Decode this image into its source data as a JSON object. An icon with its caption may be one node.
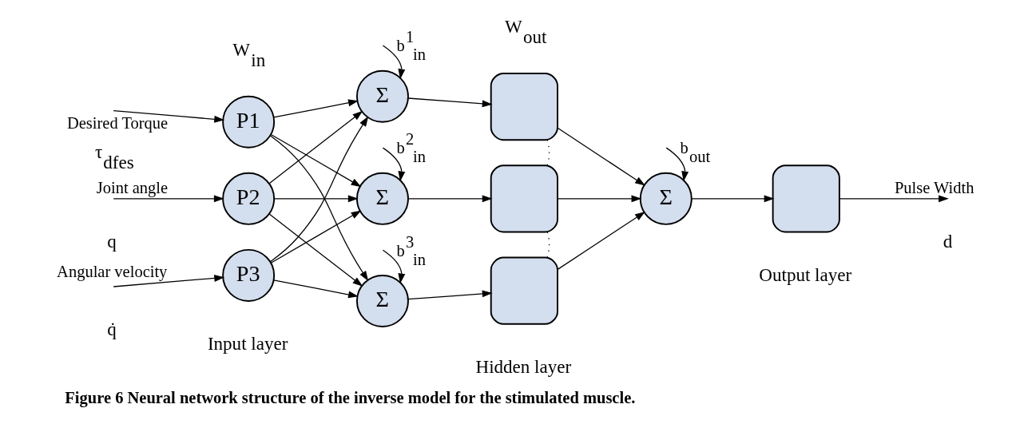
{
  "diagram": {
    "caption": "Figure 6 Neural network structure of the inverse model for the stimulated muscle.",
    "nodes": [
      {
        "text": [
          "P1"
        ]
      },
      {
        "text": [
          "P2"
        ]
      },
      {
        "text": [
          "P3"
        ]
      },
      {
        "text": [
          "Σ"
        ]
      },
      {
        "text": [
          "Σ"
        ]
      },
      {
        "text": [
          "Σ"
        ]
      },
      {
        "text": [],
        "shape": "box"
      },
      {
        "text": [],
        "shape": "box"
      },
      {
        "text": [],
        "shape": "box"
      },
      {
        "text": [
          "Σ"
        ]
      },
      {
        "text": [],
        "shape": "box"
      }
    ],
    "edges": [
      {
        "from": null,
        "to": 0,
        "arrow": "to",
        "label": "Desired Torque"
      },
      {
        "from": null,
        "to": 1,
        "arrow": "to",
        "label": "Joint angle"
      },
      {
        "from": null,
        "to": 2,
        "arrow": "to",
        "label": "Angular velocity"
      },
      {
        "from": 0,
        "to": 3,
        "arrow": "to"
      },
      {
        "from": 0,
        "to": 4,
        "arrow": "to"
      },
      {
        "from": 0,
        "to": 5,
        "arrow": "to"
      },
      {
        "from": 1,
        "to": 3,
        "arrow": "to"
      },
      {
        "from": 1,
        "to": 4,
        "arrow": "to"
      },
      {
        "from": 1,
        "to": 5,
        "arrow": "to"
      },
      {
        "from": 2,
        "to": 3,
        "arrow": "to"
      },
      {
        "from": 2,
        "to": 4,
        "arrow": "to"
      },
      {
        "from": 2,
        "to": 5,
        "arrow": "to"
      },
      {
        "from": null,
        "to": 3,
        "arrow": "to",
        "label": "b$^{1}$$_{in}$"
      },
      {
        "from": null,
        "to": 4,
        "arrow": "to",
        "label": "b$^{2}$$_{in}$"
      },
      {
        "from": null,
        "to": 5,
        "arrow": "to",
        "label": "b$^{3}$$_{in}$"
      },
      {
        "from": 3,
        "to": 6,
        "arrow": "to"
      },
      {
        "from": 4,
        "to": 7,
        "arrow": "to"
      },
      {
        "from": 5,
        "to": 8,
        "arrow": "to"
      },
      {
        "from": 6,
        "to": 7,
        "arrow": "none",
        "style": "dashed"
      },
      {
        "from": 7,
        "to": 8,
        "arrow": "none",
        "style": "dashed"
      },
      {
        "from": 6,
        "to": 9,
        "arrow": "to"
      },
      {
        "from": 7,
        "to": 9,
        "arrow": "to"
      },
      {
        "from": 8,
        "to": 9,
        "arrow": "to"
      },
      {
        "from": null,
        "to": 9,
        "arrow": "to",
        "label": "b$_{out}$"
      },
      {
        "from": 9,
        "to": 10,
        "arrow": "to"
      },
      {
        "from": 10,
        "to": null,
        "arrow": "to",
        "label": "Pulse Width"
      }
    ],
    "labels": [
      "τ$_{dfes}$",
      "q",
      "q̇",
      "W$_{in}$",
      "W$_{out}$",
      "d",
      "Input layer",
      "Hidden layer",
      "Output layer"
    ]
  }
}
